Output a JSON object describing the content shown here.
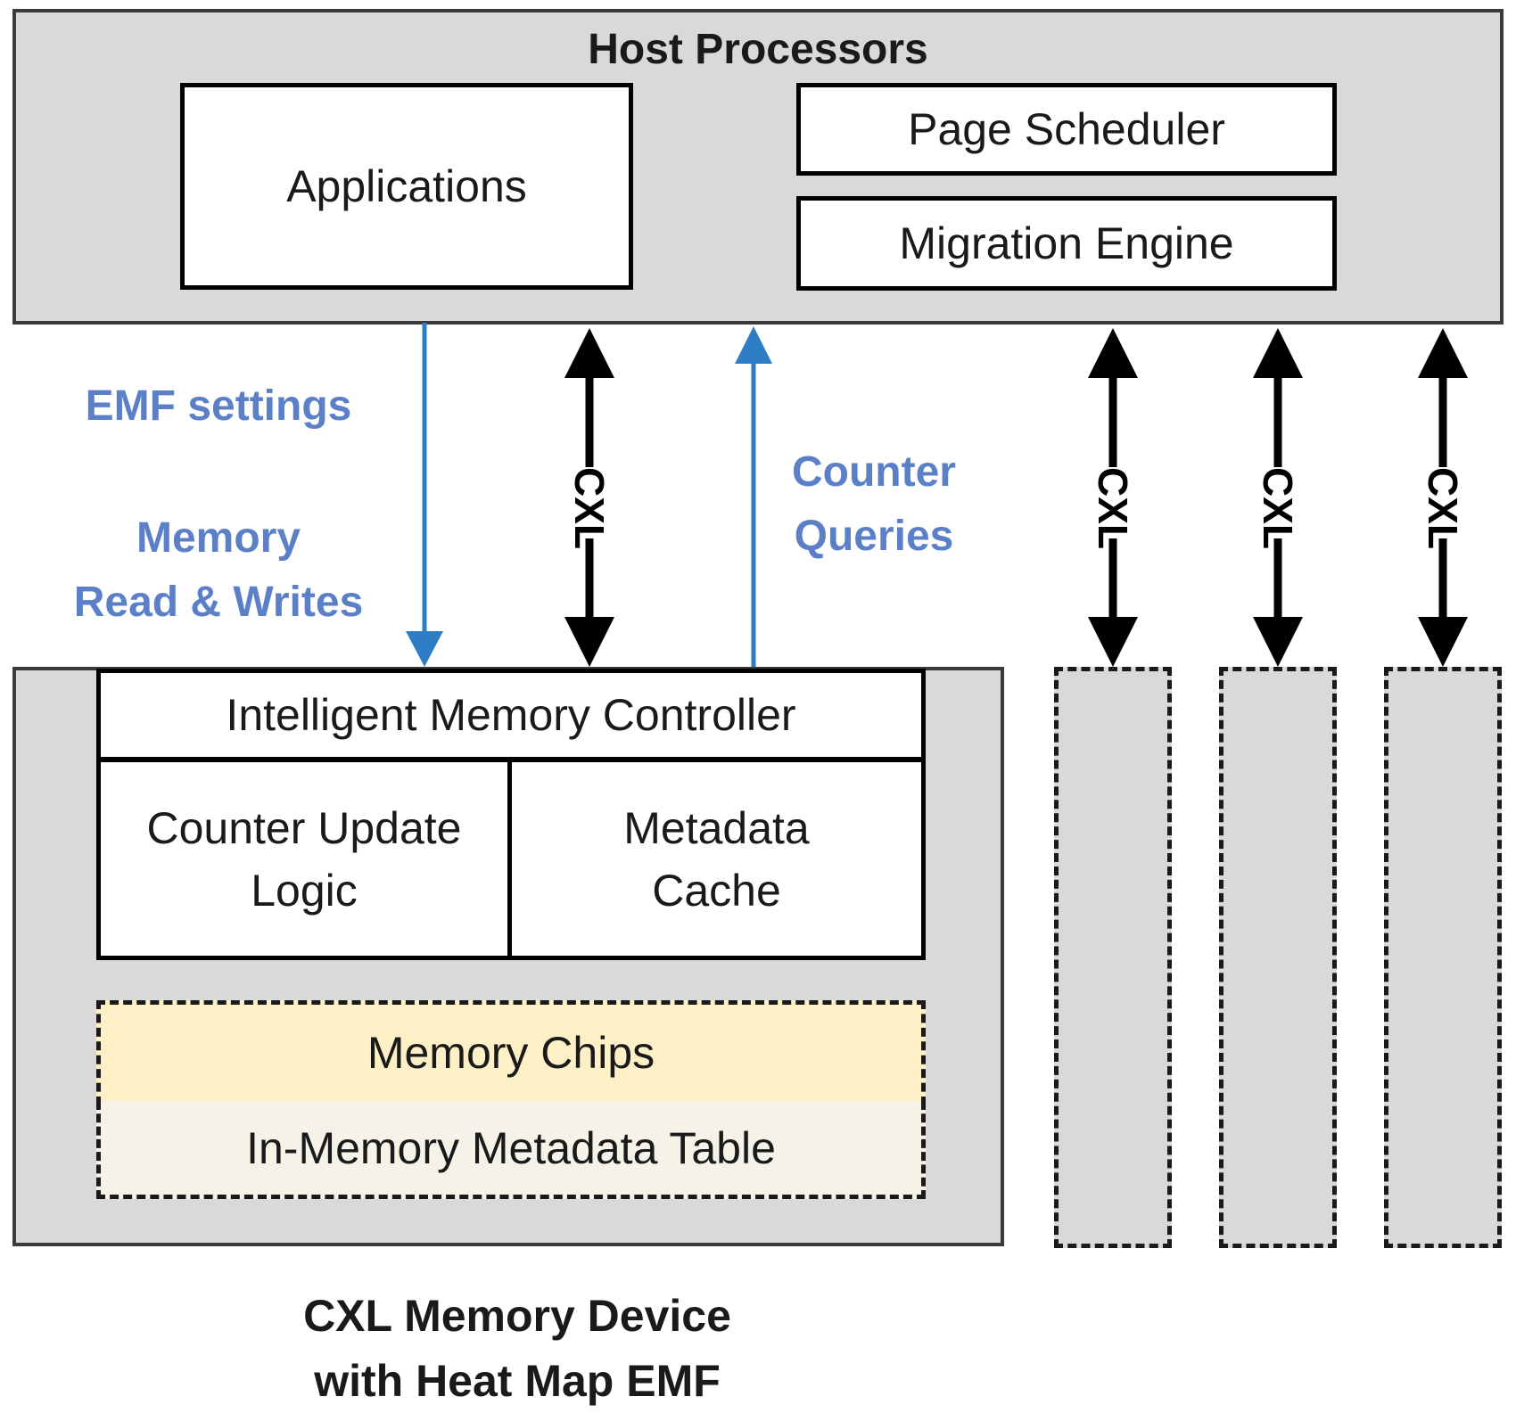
{
  "host": {
    "title": "Host Processors",
    "applications": "Applications",
    "page_scheduler": "Page Scheduler",
    "migration_engine": "Migration Engine"
  },
  "signals": {
    "emf_settings": "EMF settings",
    "memory_rw_line1": "Memory",
    "memory_rw_line2": "Read & Writes",
    "counter_queries_line1": "Counter",
    "counter_queries_line2": "Queries",
    "link_label": "CXL"
  },
  "device": {
    "controller": "Intelligent Memory Controller",
    "counter_update_line1": "Counter Update",
    "counter_update_line2": "Logic",
    "metadata_cache_line1": "Metadata",
    "metadata_cache_line2": "Cache",
    "memory_chips": "Memory Chips",
    "metadata_table": "In-Memory Metadata Table",
    "caption_line1": "CXL Memory Device",
    "caption_line2": "with Heat Map EMF"
  },
  "colors": {
    "signal_blue": "#2e7ec6",
    "signal_text": "#5b80c8",
    "chips_fill": "#fdefc6",
    "table_fill": "#f5f3e8",
    "panel_gray": "#d9d9d9"
  }
}
